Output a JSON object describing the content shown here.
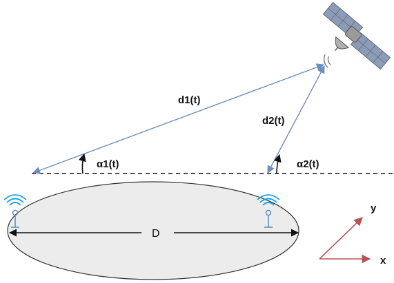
{
  "labels": {
    "d1": "d1(t)",
    "d2": "d2(t)",
    "alpha1": "α1(t)",
    "alpha2": "α2(t)",
    "distance": "D",
    "axis_y": "y",
    "axis_x": "x"
  },
  "colors": {
    "signal_line": "#6c8ebf",
    "ground_fill": "#ececec",
    "ground_stroke": "#333333",
    "wifi_waves": "#1ba1e2",
    "antenna": "#5b8fc9",
    "axes": "#b85450",
    "satellite_panel": "#8d9cb6",
    "satellite_body": "#9a9a9a"
  },
  "icons": {
    "satellite": "satellite-icon",
    "antenna_left": "antenna-left-icon",
    "antenna_right": "antenna-right-icon"
  }
}
